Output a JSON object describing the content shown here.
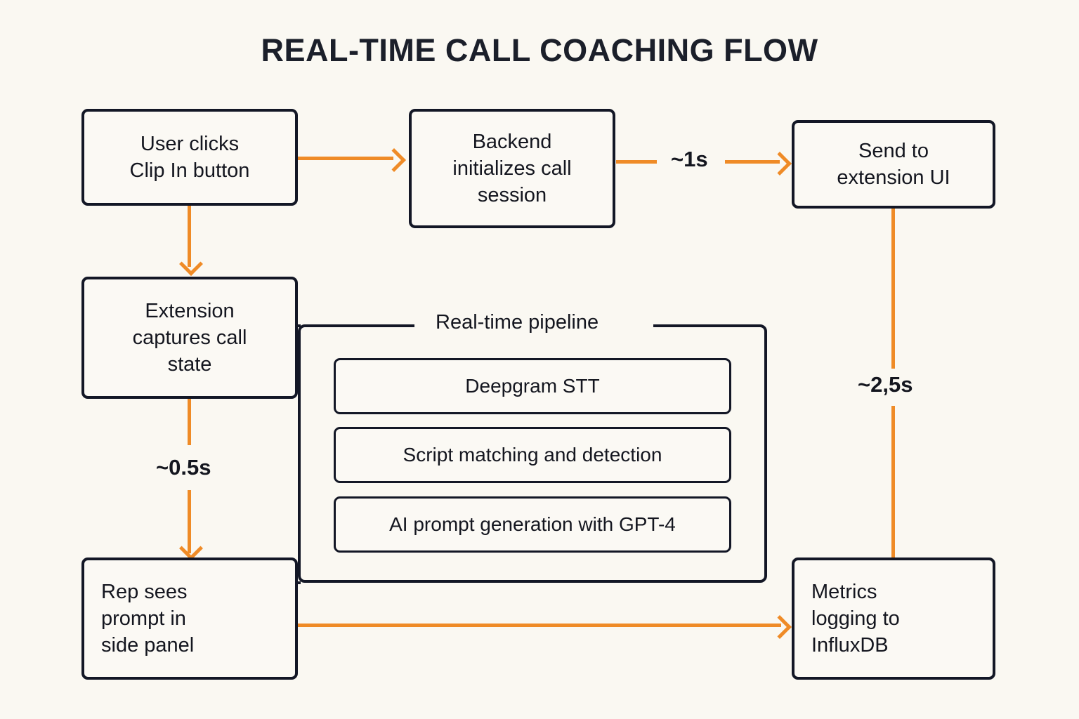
{
  "title": "REAL-TIME CALL COACHING FLOW",
  "colors": {
    "background": "#faf8f2",
    "node_border": "#131726",
    "node_fill": "#fbf9f4",
    "text": "#14161f",
    "edge_accent": "#ef8b27"
  },
  "nodes": {
    "user_clicks": "User clicks\nClip In button",
    "user_clicks_line1": "User clicks",
    "user_clicks_line2": "Clip In button",
    "backend_init_line1": "Backend",
    "backend_init_line2": "initializes call",
    "backend_init_line3": "session",
    "send_extension_line1": "Send to",
    "send_extension_line2": "extension UI",
    "extension_capture_line1": "Extension",
    "extension_capture_line2": "captures call",
    "extension_capture_line3": "state",
    "rep_sees_line1": "Rep sees",
    "rep_sees_line2": "prompt in",
    "rep_sees_line3": "side panel",
    "metrics_line1": "Metrics",
    "metrics_line2": "logging to",
    "metrics_line3": "InfluxDB"
  },
  "subgraph": {
    "label": "Real-time pipeline",
    "steps": [
      "Deepgram STT",
      "Script matching and detection",
      "AI prompt generation with GPT-4"
    ]
  },
  "edge_labels": {
    "backend_to_extension_ui": "~1s",
    "extension_to_rep": "~0.5s",
    "extension_ui_to_metrics": "~2,5s"
  }
}
